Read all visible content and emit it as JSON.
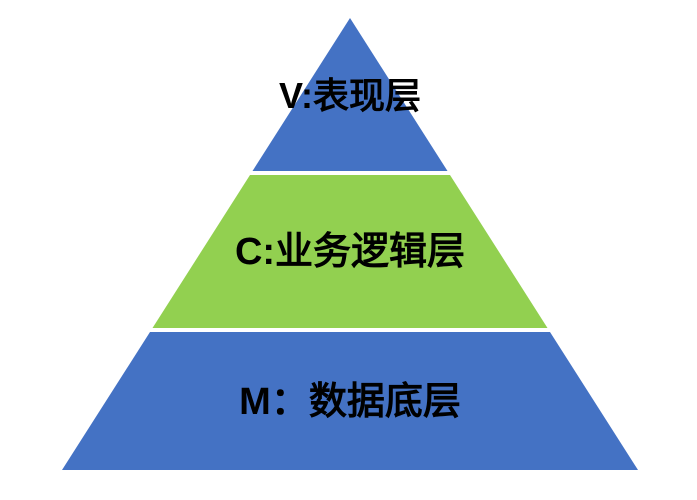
{
  "diagram": {
    "type": "pyramid",
    "title": "MVC layered architecture pyramid",
    "background_color": "#ffffff",
    "text_color": "#000000",
    "layers": [
      {
        "id": "view",
        "position": "top",
        "label": "V:表现层",
        "color": "#4472c4"
      },
      {
        "id": "controller",
        "position": "middle",
        "label": "C:业务逻辑层",
        "color": "#92d050"
      },
      {
        "id": "model",
        "position": "bottom",
        "label": "M：数据底层",
        "color": "#4472c4"
      }
    ]
  }
}
